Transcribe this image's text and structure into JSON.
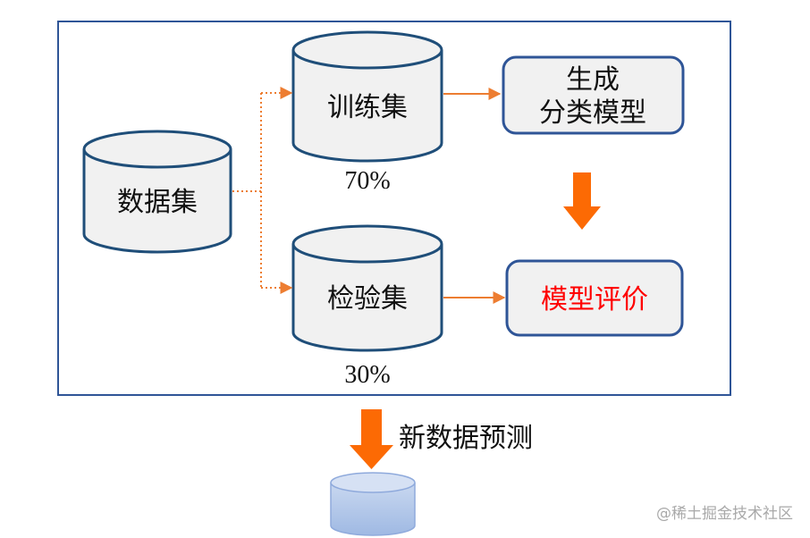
{
  "nodes": {
    "dataset": "数据集",
    "train_set": "训练集",
    "test_set": "检验集",
    "generate_model_line1": "生成",
    "generate_model_line2": "分类模型",
    "model_eval": "模型评价"
  },
  "percents": {
    "train": "70%",
    "test": "30%"
  },
  "caption": "新数据预测",
  "watermark": "@稀土掘金技术社区",
  "colors": {
    "frame_border": "#2f5597",
    "cylinder_fill": "#f1f1f1",
    "cylinder_stroke": "#1f4e79",
    "arrow_orange": "#ed7d31",
    "big_arrow_orange": "#fc6a04",
    "eval_text_red": "#ff0000",
    "blue_cylinder_fill": "#b4c7e7",
    "blue_cylinder_stroke": "#8faadc"
  }
}
